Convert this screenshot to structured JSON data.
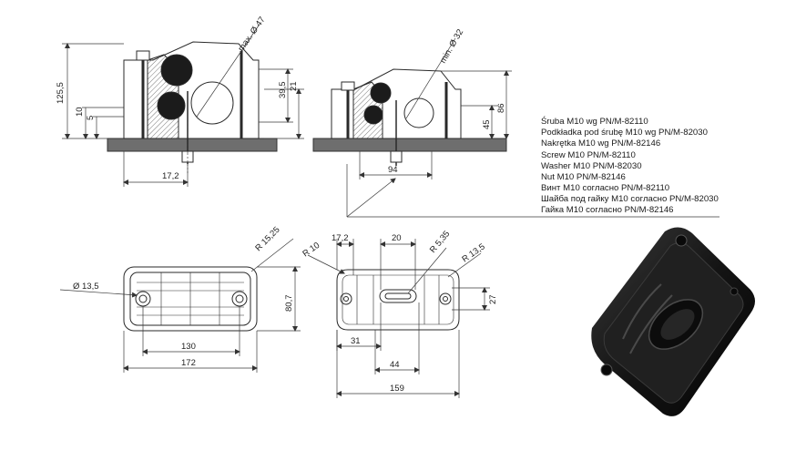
{
  "views": {
    "side_left": {
      "labels": {
        "d_max": "max. Ø 47",
        "h_total": "125,5",
        "h_10": "10",
        "h_5": "5",
        "h_39": "39,5",
        "h_21": "21",
        "w_17": "17,2"
      }
    },
    "side_right": {
      "labels": {
        "d_min": "min. Ø 32",
        "h_45": "45",
        "h_86": "86",
        "w_94": "94"
      }
    },
    "top_left": {
      "labels": {
        "r": "R 15,25",
        "hole": "Ø 13,5",
        "h": "80,7",
        "w_inner": "130",
        "w_outer": "172"
      }
    },
    "top_right": {
      "labels": {
        "w_17": "17,2",
        "r10": "R 10",
        "w_20": "20",
        "r5": "R 5,35",
        "r13": "R 13,5",
        "h_27": "27",
        "w_31": "31",
        "w_44": "44",
        "w_159": "159"
      }
    }
  },
  "notes": [
    "Śruba M10 wg PN/M-82110",
    "Podkładka pod śrubę M10 wg PN/M-82030",
    "Nakrętka M10 wg PN/M-82146",
    "Screw M10  PN/M-82110",
    "Washer M10 PN/M-82030",
    "Nut M10 PN/M-82146",
    "Винт M10 согласно PN/M-82110",
    "Шайба под гайку M10 согласно PN/M-82030",
    "Гайка M10 согласно PN/M-82146"
  ],
  "colors": {
    "line": "#2a2a2a",
    "dim": "#3a3a3a",
    "part": "#1b1b1b",
    "hatch": "#777777",
    "base": "#6e6e6e"
  }
}
